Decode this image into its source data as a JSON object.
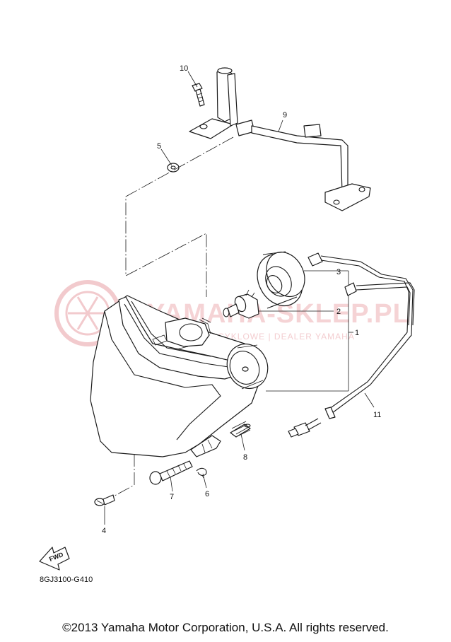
{
  "diagram": {
    "callouts": [
      {
        "id": "c10",
        "label": "10"
      },
      {
        "id": "c9",
        "label": "9"
      },
      {
        "id": "c5",
        "label": "5"
      },
      {
        "id": "c3",
        "label": "3"
      },
      {
        "id": "c2",
        "label": "2"
      },
      {
        "id": "c1",
        "label": "1"
      },
      {
        "id": "c11",
        "label": "11"
      },
      {
        "id": "c8",
        "label": "8"
      },
      {
        "id": "c7",
        "label": "7"
      },
      {
        "id": "c6",
        "label": "6"
      },
      {
        "id": "c4",
        "label": "4"
      }
    ],
    "diagram_code": "8GJ3100-G410",
    "fwd_label": "FWD"
  },
  "watermark": {
    "main": "YAMAHA-SKLEP.PL",
    "sub": "CZĘŚCI MOTOCYKLOWE | DEALER YAMAHA",
    "color": "#e8a0a6"
  },
  "footer": {
    "copyright": "©2013 Yamaha Motor Corporation, U.S.A. All rights reserved."
  }
}
